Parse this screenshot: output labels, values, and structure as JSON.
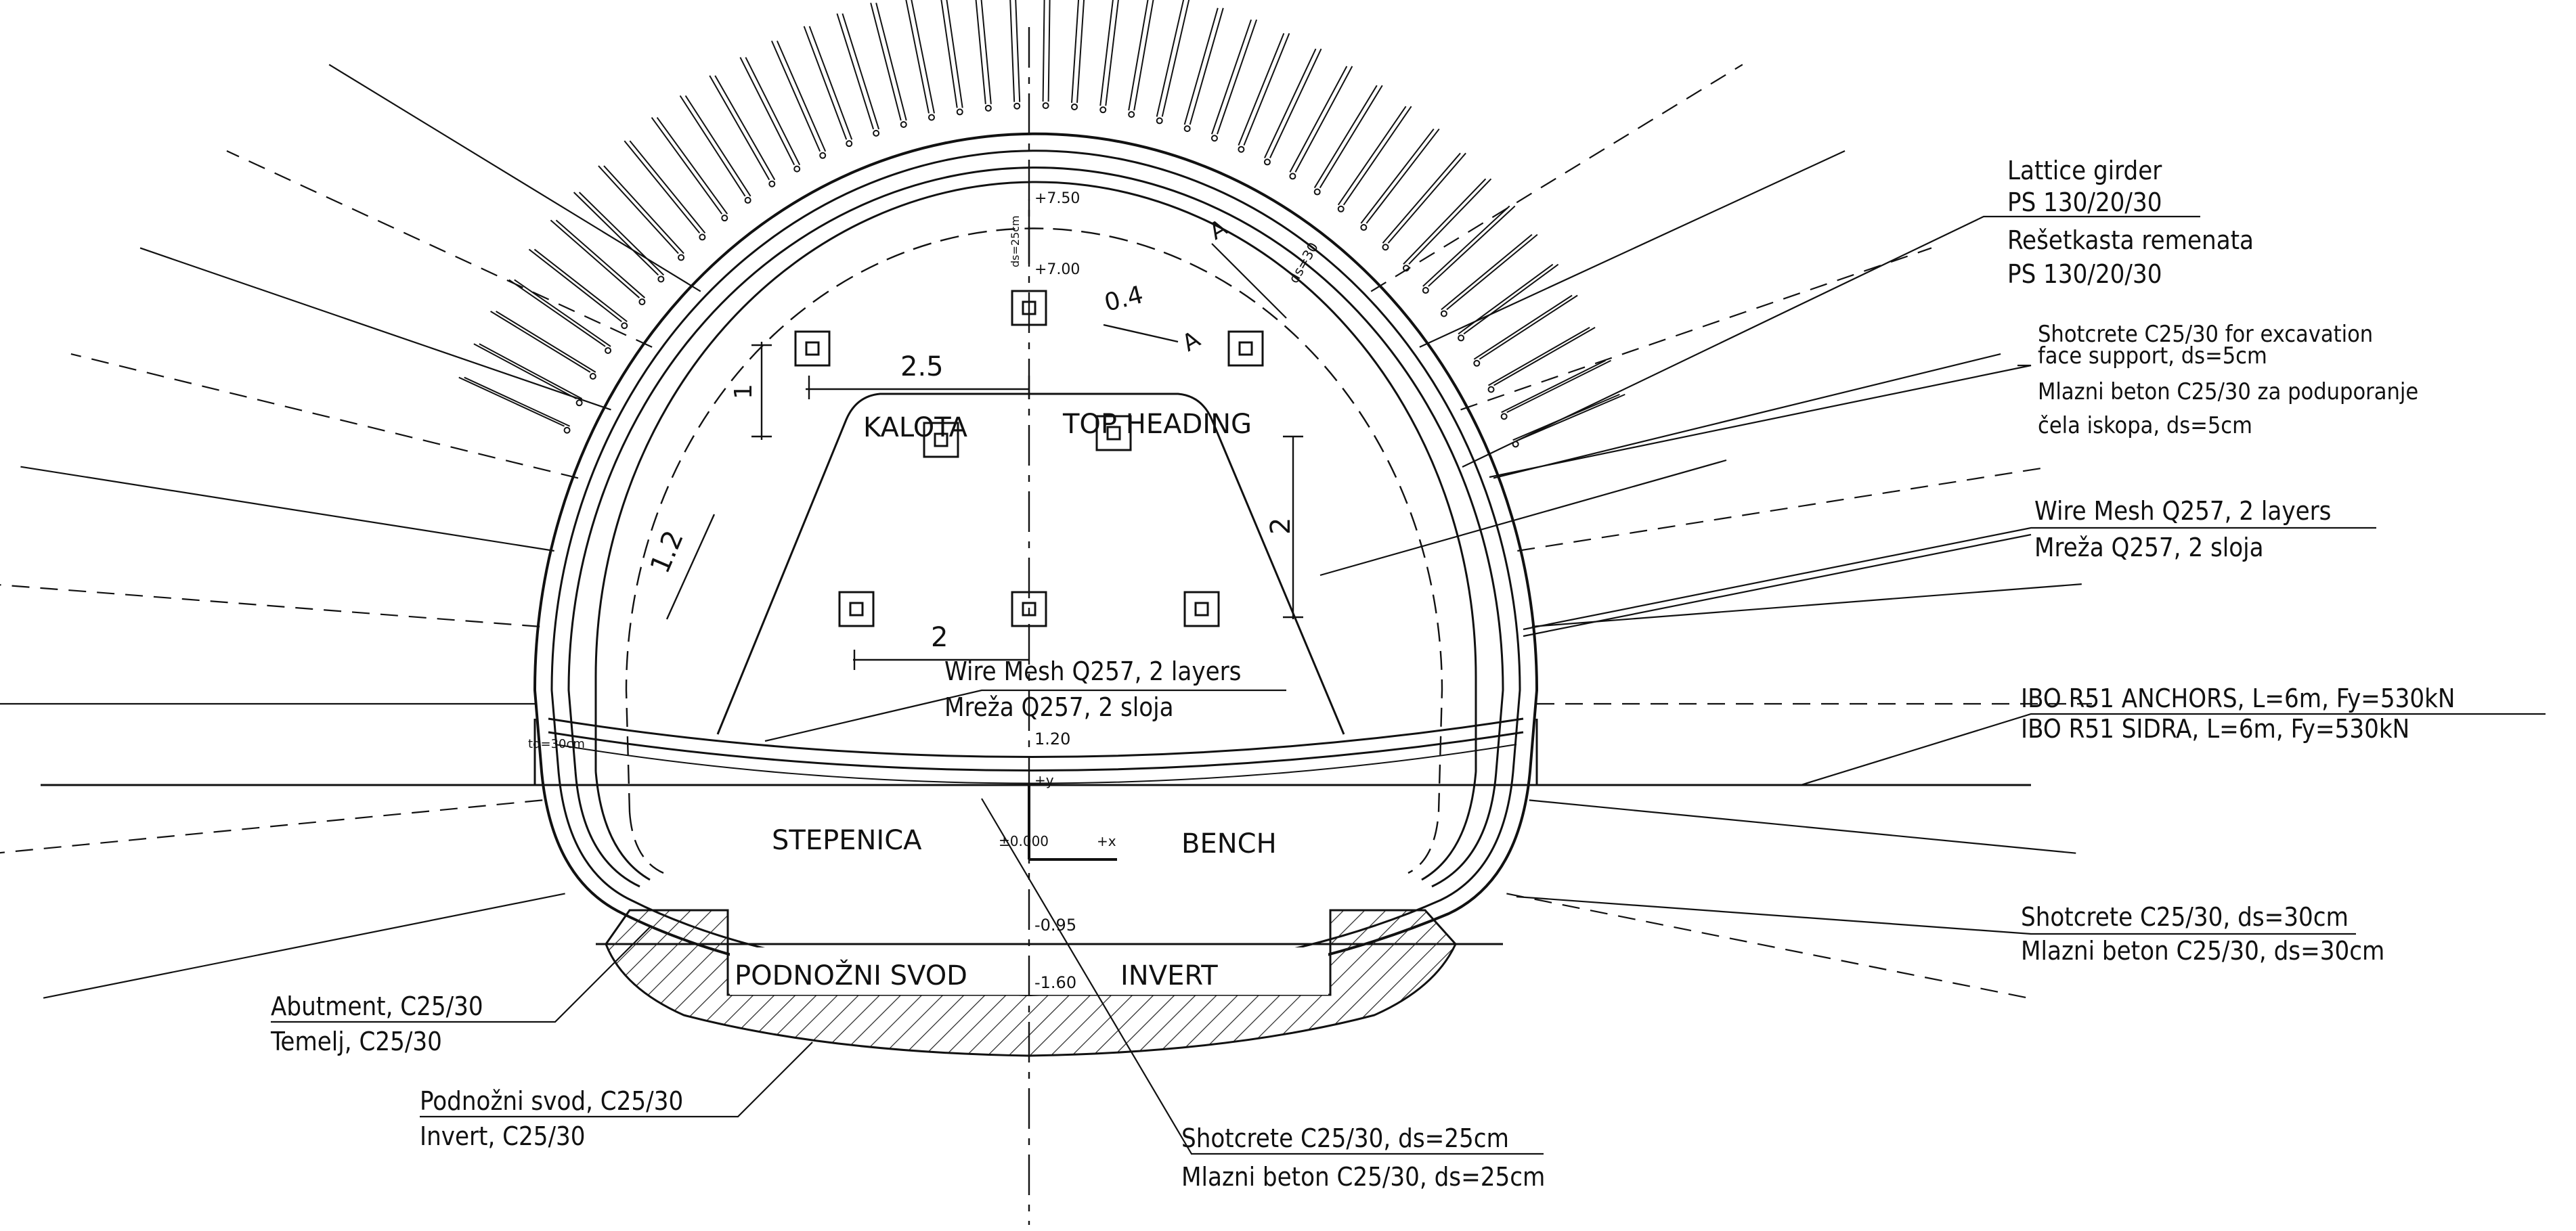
{
  "zones": {
    "kalota": "KALOTA",
    "top_heading": "TOP HEADING",
    "stepenica": "STEPENICA",
    "bench": "BENCH",
    "podnozni_svod": "PODNOŽNI SVOD",
    "invert": "INVERT"
  },
  "levels": {
    "l_750": "+7.50",
    "l_700": "+7.00",
    "l_120": "1.20",
    "l_000": "±0.000",
    "l_095": "-0.95",
    "l_160": "-1.60",
    "x_axis": "+x",
    "y_axis": "+y"
  },
  "dimensions": {
    "d_2_5": "2.5",
    "d_0_4": "0.4",
    "d_1_2": "1.2",
    "d_2_right": "2",
    "d_2_bottom": "2",
    "d_1_left": "1",
    "ds30": "ds=30",
    "td30": "td=30cm",
    "crown_thk": "ds=25cm",
    "section_A": "A"
  },
  "callouts": {
    "lattice_girder": [
      "Lattice girder",
      "PS 130/20/30",
      "Rešetkasta remenata",
      "PS 130/20/30"
    ],
    "shotcrete_face": [
      "Shotcrete C25/30 for excavation",
      "face support, ds=5cm",
      "Mlazni beton C25/30 za poduporanje",
      "čela iskopa, ds=5cm"
    ],
    "wire_mesh_right": [
      "Wire Mesh Q257, 2 layers",
      "Mreža Q257, 2 sloja"
    ],
    "ibo_anchors": [
      "IBO R51 ANCHORS, L=6m, Fy=530kN",
      "IBO R51 SIDRA, L=6m, Fy=530kN"
    ],
    "shotcrete_30": [
      "Shotcrete C25/30, ds=30cm",
      "Mlazni beton C25/30, ds=30cm"
    ],
    "wire_mesh_center": [
      "Wire Mesh Q257, 2 layers",
      "Mreža Q257, 2 sloja"
    ],
    "abutment": [
      "Abutment, C25/30",
      "Temelj, C25/30"
    ],
    "invert_label": [
      "Podnožni svod, C25/30",
      "Invert, C25/30"
    ],
    "shotcrete_25": [
      "Shotcrete C25/30, ds=25cm",
      "Mlazni beton C25/30, ds=25cm"
    ]
  }
}
